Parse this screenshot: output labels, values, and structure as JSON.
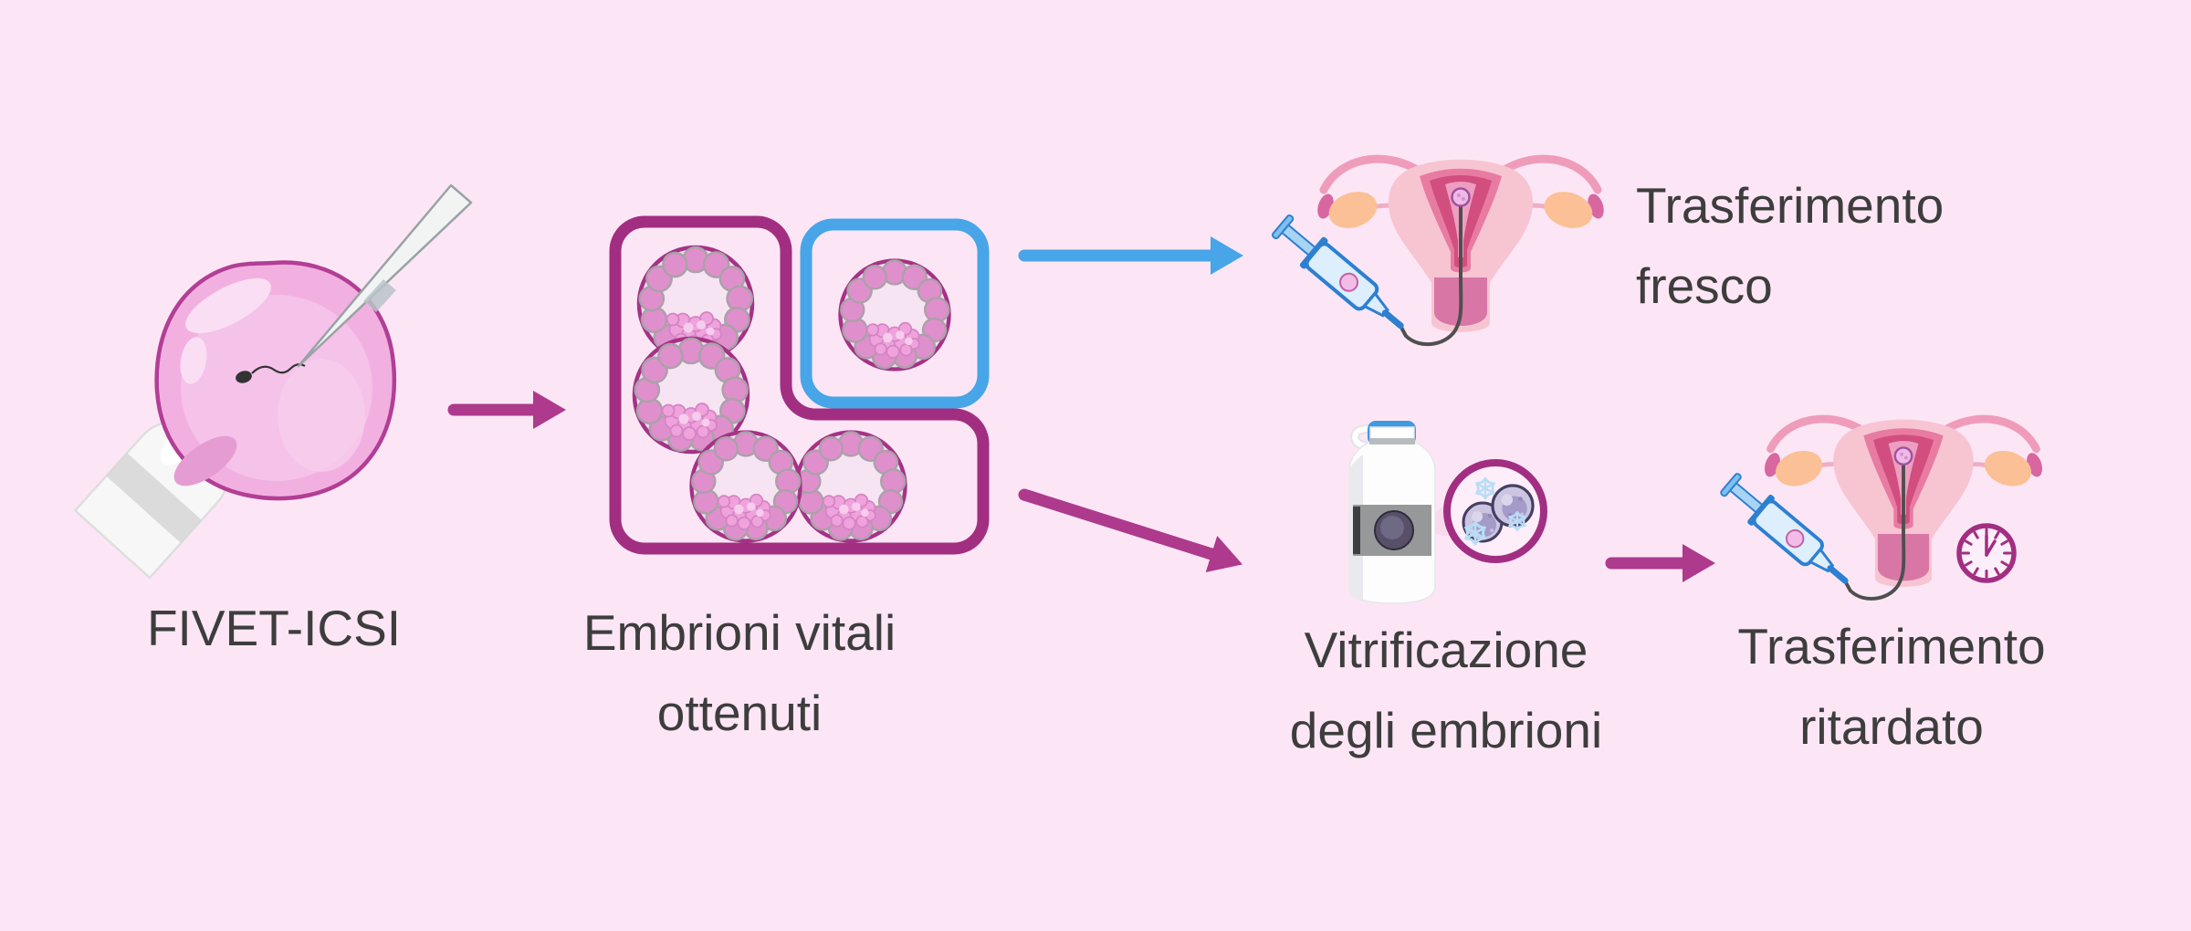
{
  "colors": {
    "background": "#fce6f6",
    "text": "#3d3d3d",
    "magenta_arrow": "#ad3a8c",
    "purple_box": "#a22e82",
    "blue_accent": "#47a5e8"
  },
  "labels": {
    "fivet": "FIVET-ICSI",
    "embryos": {
      "line1": "Embrioni vitali",
      "line2": "ottenuti"
    },
    "fresh": {
      "line1": "Trasferimento",
      "line2": "fresco"
    },
    "vitrification": {
      "line1": "Vitrificazione",
      "line2": "degli embrioni"
    },
    "delayed": {
      "line1": "Trasferimento",
      "line2": "ritardato"
    }
  },
  "nodes": [
    {
      "id": "fivet",
      "label": "FIVET-ICSI",
      "icon": "icsi-injection-icon"
    },
    {
      "id": "embryos",
      "label": "Embrioni vitali ottenuti",
      "icon": "embryo-selection-box-icon",
      "embryo_count": 5,
      "selected_for_fresh_transfer": 1
    },
    {
      "id": "fresh",
      "label": "Trasferimento fresco",
      "icon": "uterus-embryo-transfer-icon"
    },
    {
      "id": "vitrification",
      "label": "Vitrificazione degli embrioni",
      "icon": "cryo-tank-magnifier-icon",
      "frozen_embryo_count": 2
    },
    {
      "id": "delayed",
      "label": "Trasferimento ritardato",
      "icon": "uterus-embryo-transfer-clock-icon"
    }
  ],
  "flows": [
    {
      "from": "FIVET-ICSI",
      "to": "Embrioni vitali ottenuti",
      "color": "magenta_arrow"
    },
    {
      "from": "Embrioni vitali ottenuti",
      "to": "Trasferimento fresco",
      "color": "blue_accent"
    },
    {
      "from": "Embrioni vitali ottenuti",
      "to": "Vitrificazione degli embrioni",
      "color": "magenta_arrow"
    },
    {
      "from": "Vitrificazione degli embrioni",
      "to": "Trasferimento ritardato",
      "color": "magenta_arrow"
    }
  ]
}
